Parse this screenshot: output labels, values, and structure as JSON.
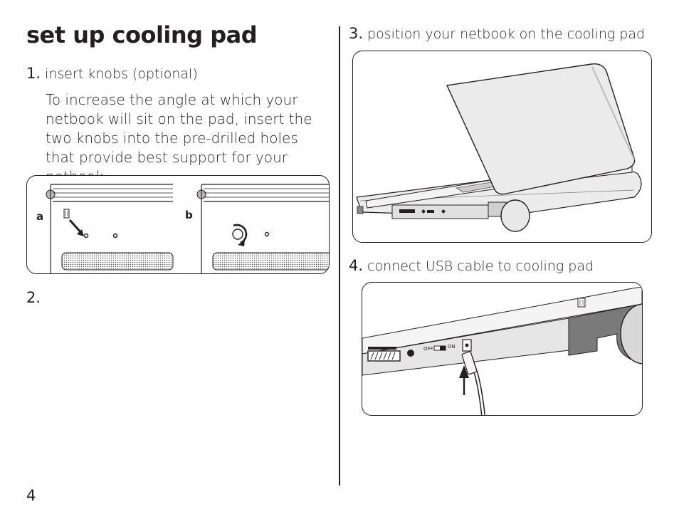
{
  "page": {
    "title": "set up cooling pad",
    "page_number": "4"
  },
  "steps": [
    {
      "number": "1.",
      "label": "insert knobs (optional)"
    },
    {
      "number": "2.",
      "label": ""
    },
    {
      "number": "3.",
      "label": "position your netbook on the cooling pad"
    },
    {
      "number": "4.",
      "label": "connect USB cable to cooling pad"
    }
  ],
  "step1_body": "To increase the angle at which your netbook will sit on the pad, insert the two knobs into the pre-drilled holes that provide best support for your netbook.",
  "figure1": {
    "label_a": "a",
    "label_b": "b"
  },
  "figure4": {
    "switch_off": "OFF",
    "switch_on": "ON"
  }
}
